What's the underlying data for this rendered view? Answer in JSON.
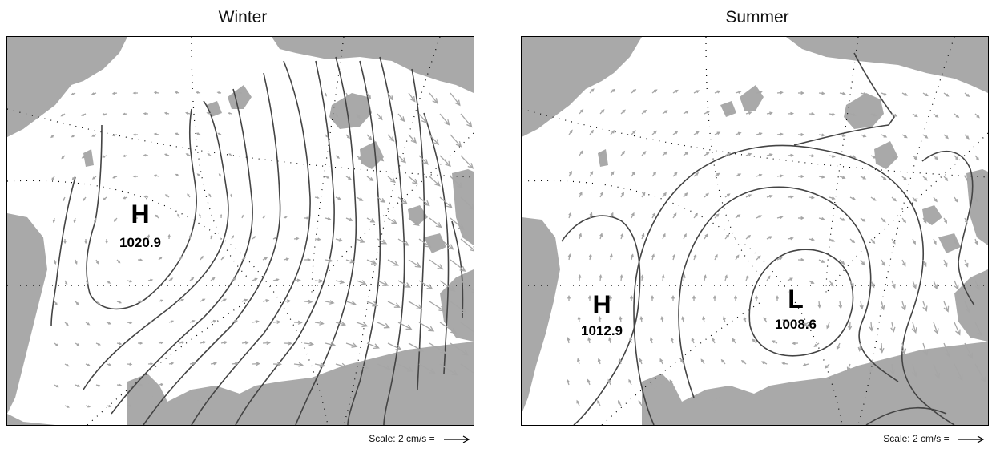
{
  "panels": [
    {
      "title": "Winter",
      "scale_label": "Scale: 2 cm/s =",
      "pressure_centers": [
        {
          "type": "H",
          "value": "1020.9"
        }
      ]
    },
    {
      "title": "Summer",
      "scale_label": "Scale: 2 cm/s =",
      "pressure_centers": [
        {
          "type": "H",
          "value": "1012.9"
        },
        {
          "type": "L",
          "value": "1008.6"
        }
      ]
    }
  ],
  "colors": {
    "land": "#a9a9a9",
    "isobar": "#444444",
    "vector": "#a6a6a6",
    "graticule": "#000000"
  }
}
